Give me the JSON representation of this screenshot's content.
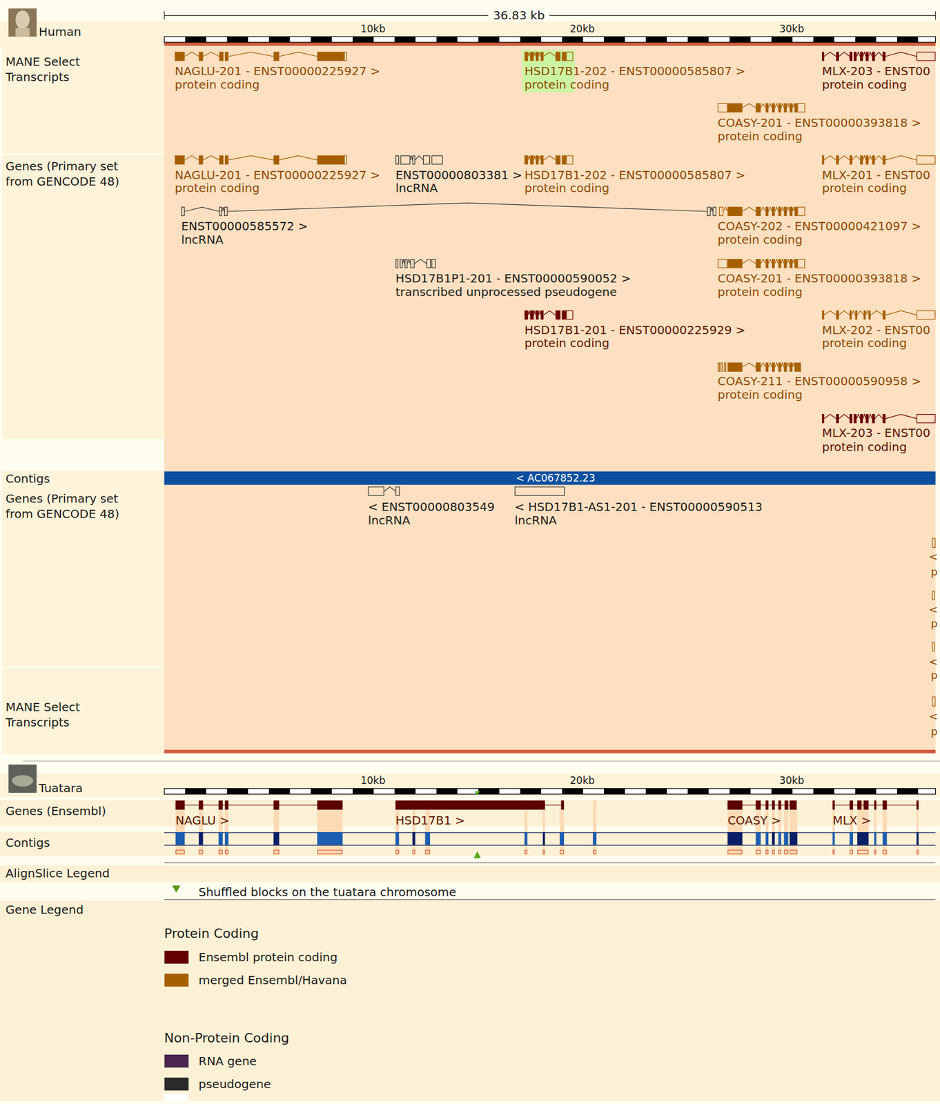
{
  "diagram": {
    "labels": [
      "36.83 kb",
      "Human",
      "10kb",
      "20kb",
      "30kb",
      "MANE Select Transcripts",
      "NAGLU-201 - ENST00000225927 >",
      "protein coding",
      "HSD17B1-202 - ENST00000585807 >",
      "protein coding",
      "MLX-203 - ENST00",
      "protein coding",
      "COASY-201 - ENST00000393818 >",
      "protein coding",
      "Genes (Primary set from GENCODE 48)",
      "NAGLU-201 - ENST00000225927 >",
      "protein coding",
      "ENST00000803381 >",
      "lncRNA",
      "HSD17B1-202 - ENST00000585807 >",
      "protein coding",
      "MLX-201 - ENST00",
      "protein coding",
      "ENST00000585572 >",
      "lncRNA",
      "COASY-202 - ENST00000421097 >",
      "protein coding",
      "HSD17B1P1-201 - ENST00000590052 >",
      "transcribed unprocessed pseudogene",
      "COASY-201 - ENST00000393818 >",
      "protein coding",
      "HSD17B1-201 - ENST00000225929 >",
      "protein coding",
      "MLX-202 - ENST00",
      "protein coding",
      "COASY-211 - ENST00000590958 >",
      "protein coding",
      "MLX-203 - ENST00",
      "protein coding",
      "Contigs",
      "< AC067852.23",
      "Genes (Primary set from GENCODE 48)",
      "< ENST00000803549",
      "lncRNA",
      "< HSD17B1-AS1-201 - ENST00000590513",
      "lncRNA",
      "<",
      "p",
      "<",
      "p",
      "<",
      "p",
      "<",
      "p",
      "MANE Select Transcripts",
      "Tuatara",
      "10kb",
      "20kb",
      "30kb",
      "Genes (Ensembl)",
      "NAGLU >",
      "HSD17B1 >",
      "COASY >",
      "MLX >",
      "Contigs",
      "AlignSlice Legend",
      "Gene Legend",
      "Protein Coding",
      "Non-Protein Coding"
    ],
    "legend": [
      {
        "text": "Shuffled blocks on the tuatara chromosome"
      },
      {
        "text": "Ensembl protein coding",
        "color": "#640000"
      },
      {
        "text": "merged Ensembl/Havana",
        "color": "#a65f00"
      },
      {
        "text": "RNA gene",
        "color": "#4a2650"
      },
      {
        "text": "pseudogene",
        "color": "#2b2b2b"
      }
    ]
  }
}
